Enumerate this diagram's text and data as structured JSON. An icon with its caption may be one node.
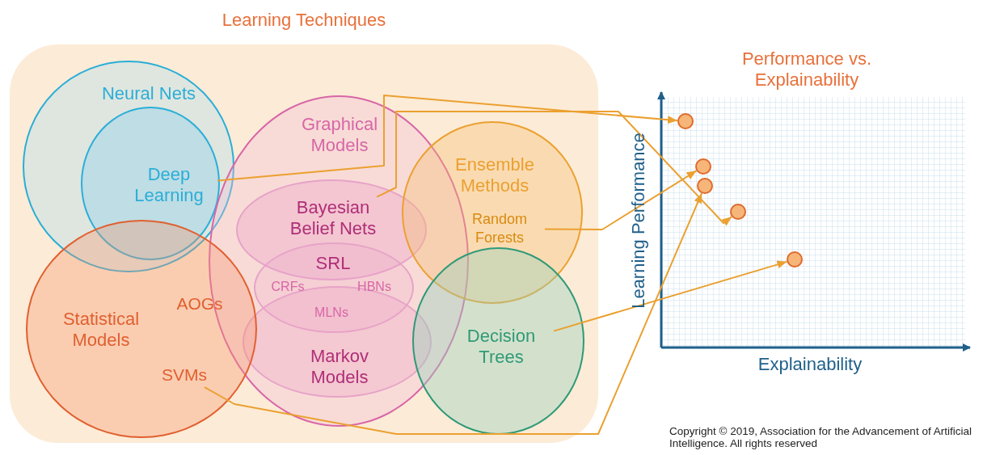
{
  "diagram": {
    "nodes": [
      {
        "text": [
          "Learning Techniques"
        ]
      },
      {
        "text": [
          "Neural Nets"
        ],
        "in": 0
      },
      {
        "text": [
          "Deep Learning"
        ],
        "in": 1
      },
      {
        "text": [
          "Graphical Models"
        ],
        "in": 0
      },
      {
        "text": [
          "Bayesian Belief Nets"
        ],
        "in": 3
      },
      {
        "text": [
          "SRL"
        ],
        "in": 3
      },
      {
        "text": [
          "Markov Models"
        ],
        "in": 3
      },
      {
        "text": [
          "Statistical Models"
        ],
        "in": 0
      },
      {
        "text": [
          "SVMs"
        ],
        "in": 7
      },
      {
        "text": [
          "Ensemble Methods"
        ],
        "in": 0
      },
      {
        "text": [
          "Random Forests"
        ],
        "in": 9
      },
      {
        "text": [
          "Decision Trees"
        ],
        "in": 0
      },
      {
        "text": [],
        "shape": "circle"
      },
      {
        "text": [],
        "shape": "circle"
      },
      {
        "text": [],
        "shape": "circle"
      },
      {
        "text": [],
        "shape": "circle"
      },
      {
        "text": [],
        "shape": "circle"
      }
    ],
    "edges": [
      {
        "from": 2,
        "to": 12,
        "arrow": "to"
      },
      {
        "from": 10,
        "to": 13,
        "arrow": "to"
      },
      {
        "from": 8,
        "to": 14,
        "arrow": "to"
      },
      {
        "from": 4,
        "to": 15,
        "arrow": "to"
      },
      {
        "from": 11,
        "to": 16,
        "arrow": "to"
      }
    ],
    "labels": [
      "Performance vs. Explainability",
      "AOGs",
      "CRFs",
      "HBNs",
      "MLNs",
      "Learning Performance",
      "Explainability",
      "Copyright © 2019, Association for the Advancement of Artificial Intelligence. All rights reserved"
    ]
  }
}
